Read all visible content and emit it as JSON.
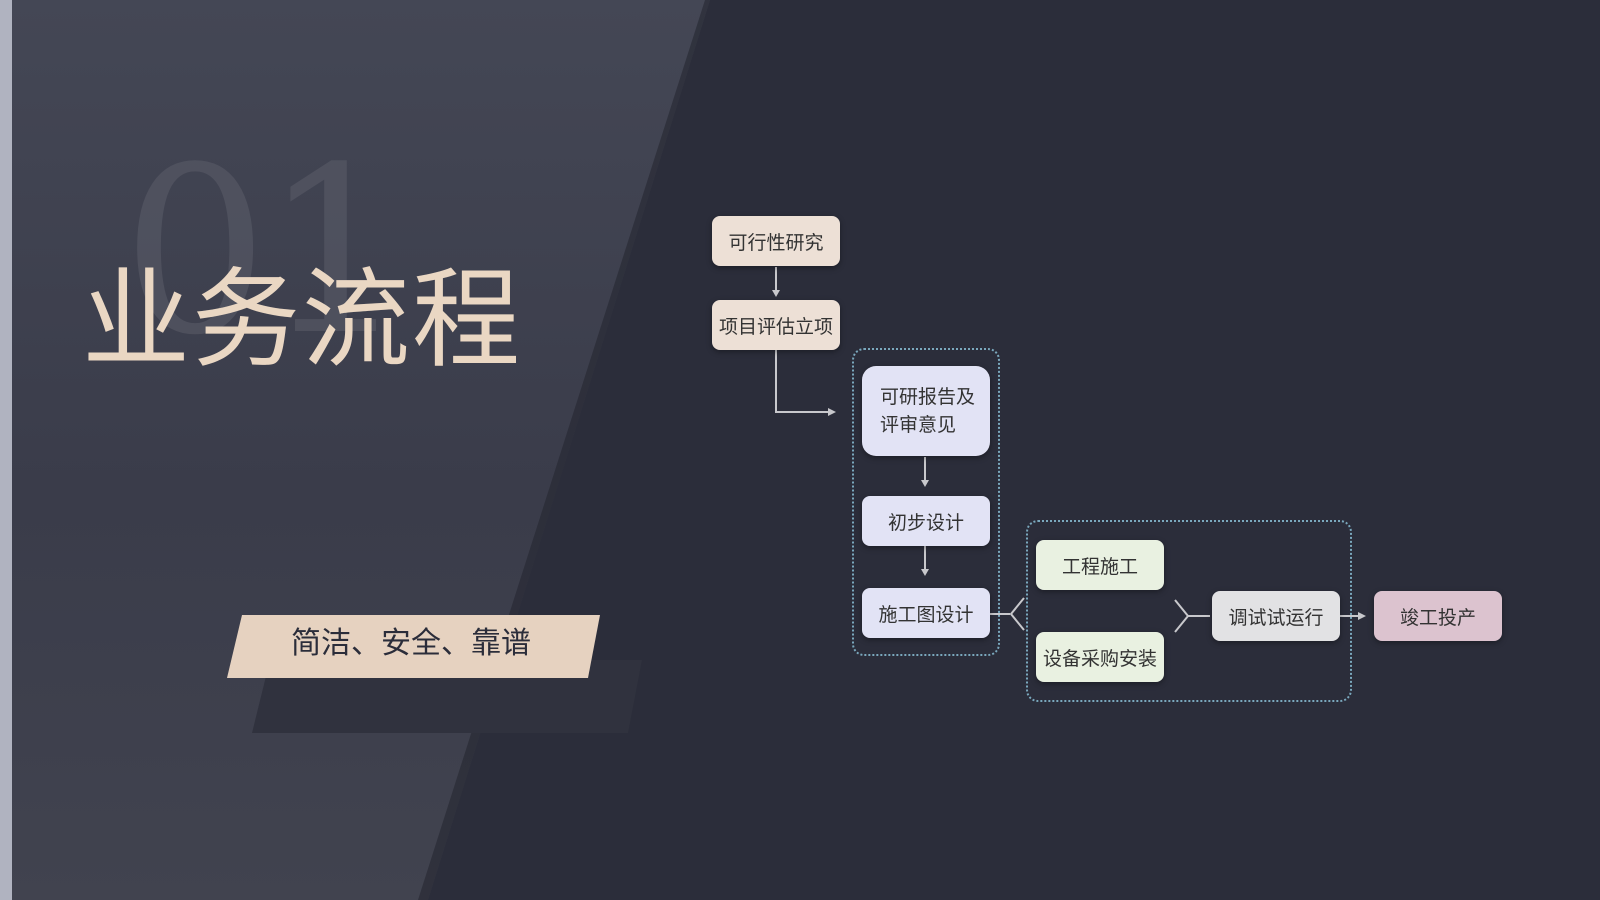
{
  "slide": {
    "number": "01",
    "title": "业务流程",
    "slogan": "简洁、安全、靠谱"
  },
  "flow": {
    "nodes": {
      "feasibility": "可行性研究",
      "approval": "项目评估立项",
      "report": "可研报告及\n评审意见",
      "prelim": "初步设计",
      "drawing": "施工图设计",
      "construction": "工程施工",
      "procurement": "设备采购安装",
      "commissioning": "调试试运行",
      "completion": "竣工投产"
    }
  },
  "colors": {
    "background": "#2b2d3a",
    "panel": "#3f4250",
    "title": "#ead7c3",
    "slogan_band": "#e6d2c0",
    "dashed_border": "#7aa8bd"
  }
}
